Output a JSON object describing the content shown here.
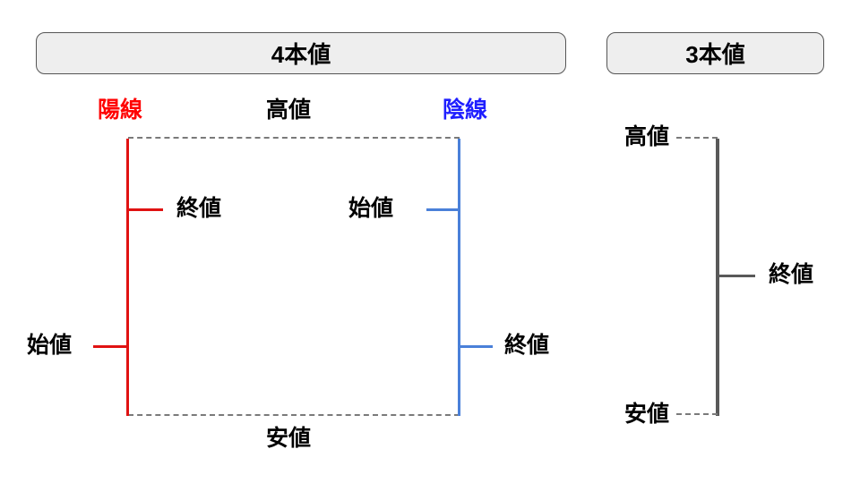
{
  "page": {
    "background": "#ffffff"
  },
  "headers": {
    "four_values": "4本値",
    "three_values": "3本値"
  },
  "four_value_diagram": {
    "bullish_candle_label": "陽線",
    "high_label": "高値",
    "bearish_candle_label": "陰線",
    "bullish_close_label": "終値",
    "bearish_open_label": "始値",
    "bullish_open_label": "始値",
    "bearish_close_label": "終値",
    "low_label": "安値"
  },
  "three_value_diagram": {
    "high_label": "高値",
    "close_label": "終値",
    "low_label": "安値"
  },
  "colors": {
    "bullish_line_red": "#e01212",
    "bullish_text_red": "#ff0000",
    "bearish_line_blue": "#4a80d9",
    "bearish_text_blue": "#1f1fff",
    "neutral_line_gray": "#595959",
    "dashed_guide_gray": "#7a7a7a",
    "header_background": "#eeeeee",
    "header_border": "#555555"
  }
}
